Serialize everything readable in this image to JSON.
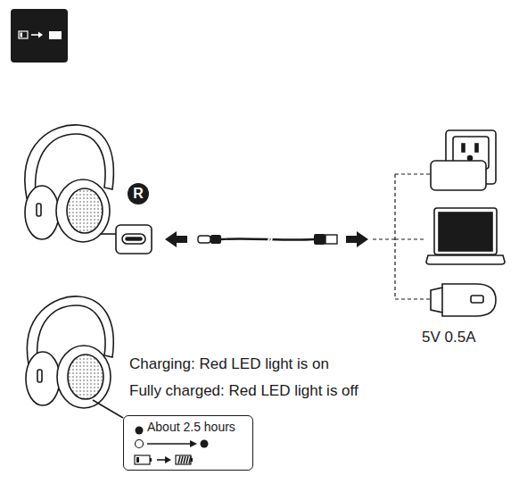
{
  "diagram": {
    "nodes": [
      {
        "text": [
          "R"
        ]
      },
      {
        "text": [
          "About 2.5 hours"
        ]
      }
    ],
    "labels": [
      "5V 0.5A",
      "Charging: Red LED light is on",
      "Fully charged: Red LED light is off"
    ]
  }
}
